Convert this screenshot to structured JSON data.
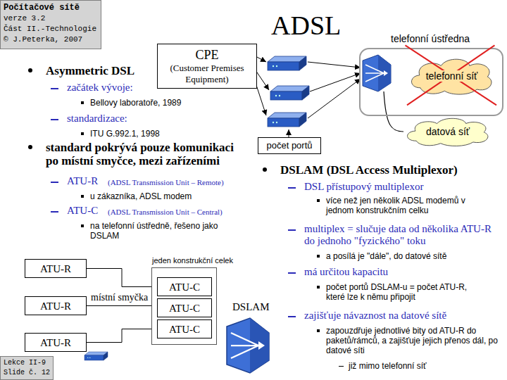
{
  "diagram": {
    "title": "ADSL",
    "nodes": [
      {
        "text": [
          "Počítačové sítě",
          "verze 3.2",
          "Část II.-Technologie",
          "© J.Peterka, 2007"
        ]
      },
      {
        "text": [
          "CPE",
          "(Customer Premises Equipment)"
        ]
      },
      {
        "text": [
          "telefonní ústředna"
        ]
      },
      {
        "text": [
          "telefonní síť"
        ],
        "in": 2
      },
      {
        "text": [
          "datová síť"
        ]
      },
      {
        "text": [
          "počet portů"
        ]
      },
      {
        "text": [
          "ATU-R"
        ]
      },
      {
        "text": [
          "ATU-R"
        ]
      },
      {
        "text": [
          "ATU-R"
        ]
      },
      {
        "text": [
          "jeden konstrukční celek"
        ]
      },
      {
        "text": [
          "ATU-C"
        ],
        "in": 9
      },
      {
        "text": [
          "ATU-C"
        ],
        "in": 9
      },
      {
        "text": [
          "ATU-C"
        ],
        "in": 9
      },
      {
        "text": [
          "Lekce II-9",
          "Slide č. 12"
        ]
      }
    ],
    "edges": [
      {
        "from": 6,
        "to": 10,
        "arrow": "none"
      },
      {
        "from": 7,
        "to": 11,
        "arrow": "none",
        "label": "místní smyčka"
      },
      {
        "from": 8,
        "to": 12,
        "arrow": "none"
      }
    ],
    "labels": [
      "Asymmetric DSL",
      "začátek vývoje:",
      "Bellovy laboratoře, 1989",
      "standardizace:",
      "ITU G.992.1, 1998",
      "standard pokrývá pouze komunikaci po místní smyčce, mezi zařízeními",
      "ATU-R",
      "(ADSL Transmission Unit – Remote)",
      "u zákazníka, ADSL modem",
      "ATU-C",
      "(ADSL Transmission Unit – Central)",
      "na telefonní ústředně, řešeno jako DSLAM",
      "DSLAM (DSL Access Multiplexor)",
      "DSL přístupový multiplexor",
      "více než jen několik ADSL modemů v jednom konstrukčním celku",
      "multiplex = slučuje data od několika ATU-R do jednoho \"fyzického\" toku",
      "a posílá je \"dále\", do datové sítě",
      "má určitou kapacitu",
      "počet portů DSLAM-u = počet ATU-R, které lze k němu připojit",
      "zajišťuje návaznost na datové sítě",
      "zapouzdřuje jednotlivé bity od ATU-R do paketů/rámců, a zajišťuje jejich přenos dál, po datové síti",
      "již mimo telefonní síť",
      "DSLAM"
    ]
  }
}
